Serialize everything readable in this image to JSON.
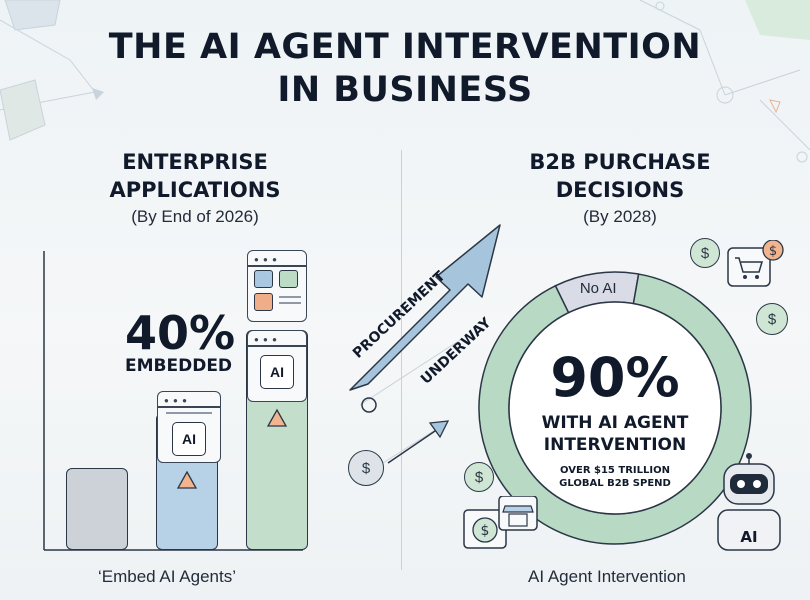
{
  "title_line1": "THE AI AGENT INTERVENTION",
  "title_line2": "IN BUSINESS",
  "left": {
    "heading_line1": "ENTERPRISE",
    "heading_line2": "APPLICATIONS",
    "subheading": "(By End of 2026)",
    "big_value": "40%",
    "big_value_label": "EMBEDDED",
    "chip_label": "AI",
    "bottom_label": "‘Embed AI Agents’"
  },
  "right": {
    "heading_line1": "B2B PURCHASE",
    "heading_line2": "DECISIONS",
    "subheading": "(By 2028)",
    "big_value": "90%",
    "line1": "WITH AI AGENT",
    "line2": "INTERVENTION",
    "small1": "OVER $15 TRILLION",
    "small2": "GLOBAL B2B SPEND",
    "bottom_label": "AI Agent Intervention",
    "robot_label": "AI"
  },
  "arrow_text_top": "PROCUREMENT",
  "arrow_text_bottom": "UNDERWAY",
  "icons": {
    "dollar": "$",
    "warning": "warning-triangle-icon",
    "chip": "ai-chip-icon",
    "cart": "shopping-cart-icon",
    "store": "storefront-icon",
    "robot": "robot-icon"
  },
  "colors": {
    "gray_bar": "#cdd1d8",
    "blue_bar": "#b7d1e6",
    "green_bar": "#c3dfcb",
    "donut_ai": "#b8d9c4",
    "donut_no_ai": "#d9dbe6",
    "arrow": "#a6c4dc",
    "warning": "#f2b48e"
  },
  "chart_data": [
    {
      "type": "bar",
      "categories": [
        "",
        "",
        ""
      ],
      "values": [
        30,
        50,
        80
      ],
      "title": "",
      "xlabel": "‘Embed AI Agents’",
      "ylabel": "",
      "annotation": "40% EMBEDDED",
      "grid": false
    },
    {
      "type": "pie",
      "categories": [
        "AI Agent Intervention",
        "No AI"
      ],
      "values": [
        90,
        10
      ],
      "title": "",
      "annotation": "90% WITH AI AGENT INTERVENTION",
      "legend": "none"
    }
  ]
}
